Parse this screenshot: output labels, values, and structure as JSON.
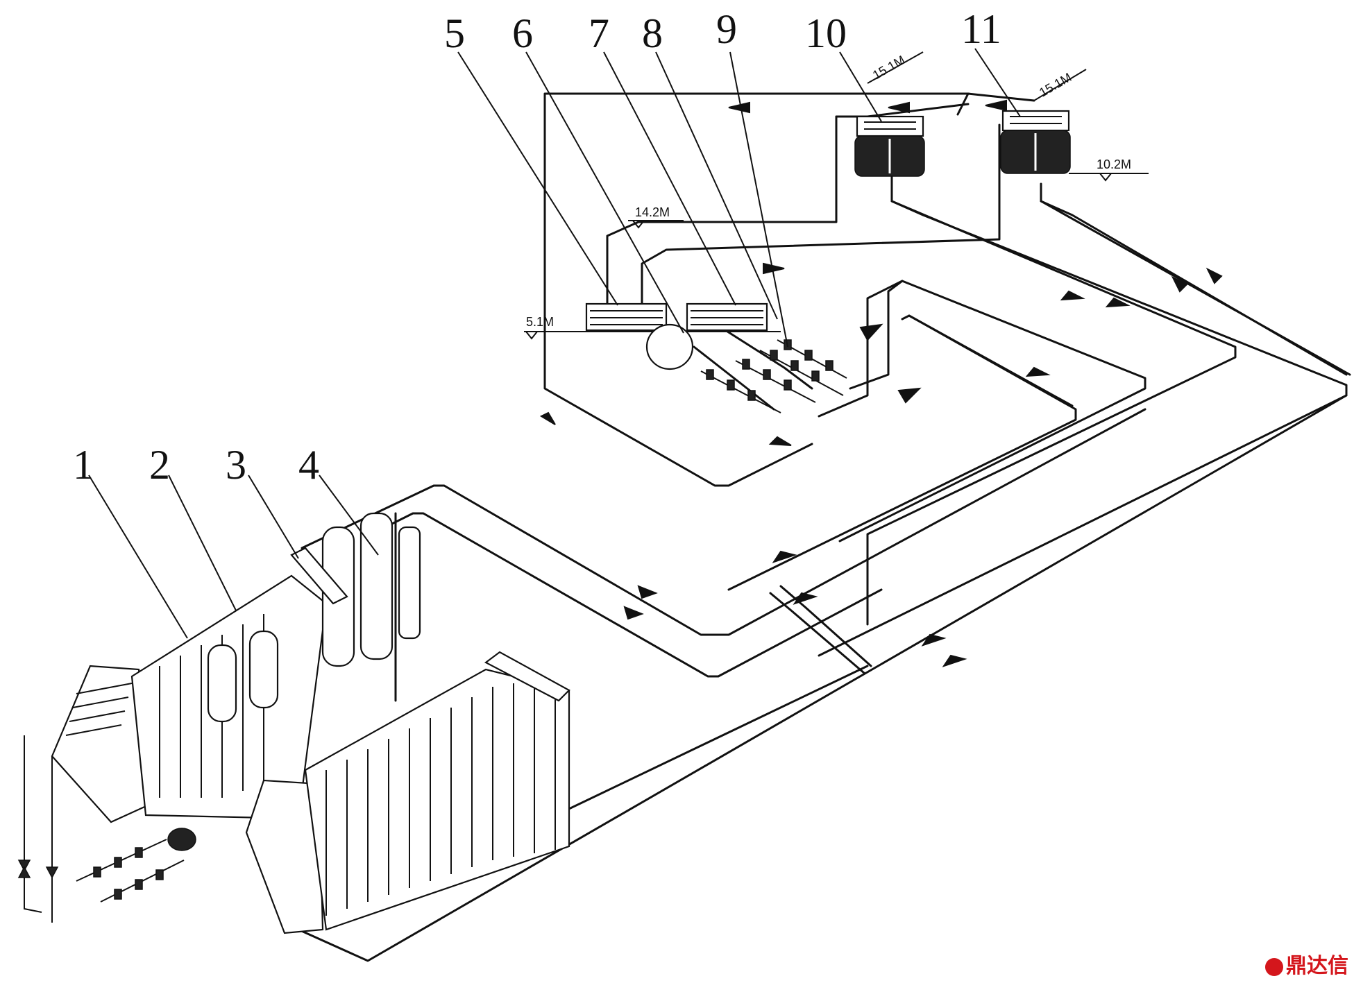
{
  "labels": [
    "1",
    "2",
    "3",
    "4",
    "5",
    "6",
    "7",
    "8",
    "9",
    "10",
    "11"
  ],
  "elevations": {
    "e1": "14.2M",
    "e2": "5.1M",
    "e3": "10.2M",
    "e4": "15.1M",
    "e5": "15.1M"
  },
  "watermark": "鼎达信",
  "colors": {
    "line": "#111111",
    "watermark": "#d4161c"
  }
}
